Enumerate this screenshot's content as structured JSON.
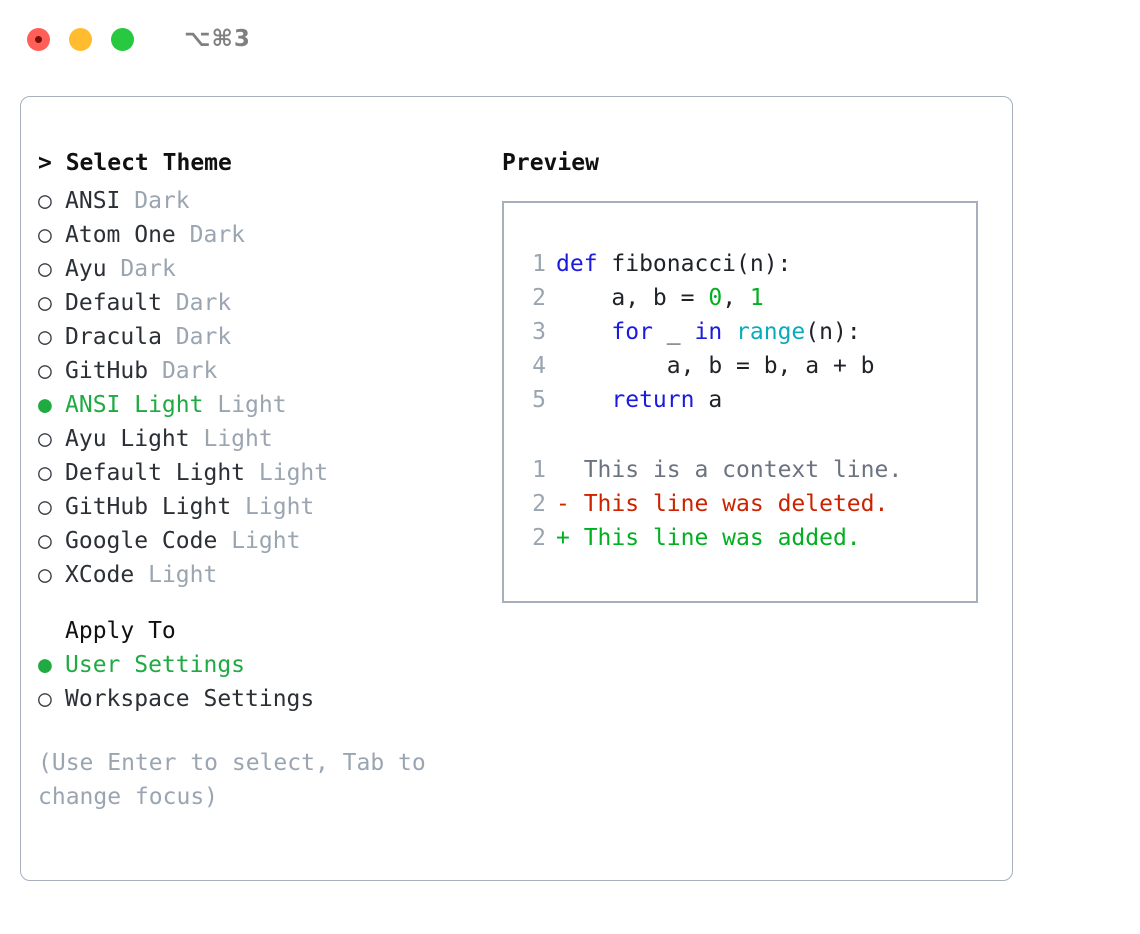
{
  "window": {
    "title": "⌥⌘3",
    "lights": [
      "close-red",
      "minimize-yellow",
      "zoom-green"
    ]
  },
  "colors": {
    "accent_green": "#1faa42",
    "muted": "#9aa5b1",
    "border": "#a6b0bd",
    "keyword_blue": "#1a1ae0",
    "function_cyan": "#0aabbb",
    "number_green": "#00b020",
    "diff_delete_red": "#cc2200",
    "diff_add_green": "#00b020"
  },
  "left": {
    "heading": "> Select Theme",
    "themes": [
      {
        "marker": "○",
        "name": "ANSI",
        "variant": "Dark",
        "selected": false
      },
      {
        "marker": "○",
        "name": "Atom One",
        "variant": "Dark",
        "selected": false
      },
      {
        "marker": "○",
        "name": "Ayu",
        "variant": "Dark",
        "selected": false
      },
      {
        "marker": "○",
        "name": "Default",
        "variant": "Dark",
        "selected": false
      },
      {
        "marker": "○",
        "name": "Dracula",
        "variant": "Dark",
        "selected": false
      },
      {
        "marker": "○",
        "name": "GitHub",
        "variant": "Dark",
        "selected": false
      },
      {
        "marker": "●",
        "name": "ANSI Light",
        "variant": "Light",
        "selected": true
      },
      {
        "marker": "○",
        "name": "Ayu Light",
        "variant": "Light",
        "selected": false
      },
      {
        "marker": "○",
        "name": "Default Light",
        "variant": "Light",
        "selected": false
      },
      {
        "marker": "○",
        "name": "GitHub Light",
        "variant": "Light",
        "selected": false
      },
      {
        "marker": "○",
        "name": "Google Code",
        "variant": "Light",
        "selected": false
      },
      {
        "marker": "○",
        "name": "XCode",
        "variant": "Light",
        "selected": false
      }
    ],
    "apply_to": {
      "heading": "Apply To",
      "options": [
        {
          "marker": "●",
          "name": "User Settings",
          "selected": true
        },
        {
          "marker": "○",
          "name": "Workspace Settings",
          "selected": false
        }
      ]
    },
    "hint": "(Use Enter to select, Tab to change focus)"
  },
  "right": {
    "heading": "Preview",
    "code": [
      {
        "lineno": "1",
        "tokens": [
          {
            "t": "def",
            "c": "kw"
          },
          {
            "t": " fibonacci(n):",
            "c": "txt"
          }
        ]
      },
      {
        "lineno": "2",
        "tokens": [
          {
            "t": "    a, b = ",
            "c": "txt"
          },
          {
            "t": "0",
            "c": "num"
          },
          {
            "t": ", ",
            "c": "txt"
          },
          {
            "t": "1",
            "c": "num"
          }
        ]
      },
      {
        "lineno": "3",
        "tokens": [
          {
            "t": "    ",
            "c": "txt"
          },
          {
            "t": "for",
            "c": "kw"
          },
          {
            "t": " _ ",
            "c": "txt"
          },
          {
            "t": "in",
            "c": "kw"
          },
          {
            "t": " ",
            "c": "txt"
          },
          {
            "t": "range",
            "c": "fn"
          },
          {
            "t": "(n):",
            "c": "txt"
          }
        ]
      },
      {
        "lineno": "4",
        "tokens": [
          {
            "t": "        a, b = b, a + b",
            "c": "txt"
          }
        ]
      },
      {
        "lineno": "5",
        "tokens": [
          {
            "t": "    ",
            "c": "txt"
          },
          {
            "t": "return",
            "c": "kw"
          },
          {
            "t": " a",
            "c": "txt"
          }
        ]
      }
    ],
    "diff": [
      {
        "lineno": "1",
        "sign": "  ",
        "text": "This is a context line.",
        "kind": "ctx"
      },
      {
        "lineno": "2",
        "sign": "- ",
        "text": "This line was deleted.",
        "kind": "del"
      },
      {
        "lineno": "2",
        "sign": "+ ",
        "text": "This line was added.",
        "kind": "add"
      }
    ]
  }
}
